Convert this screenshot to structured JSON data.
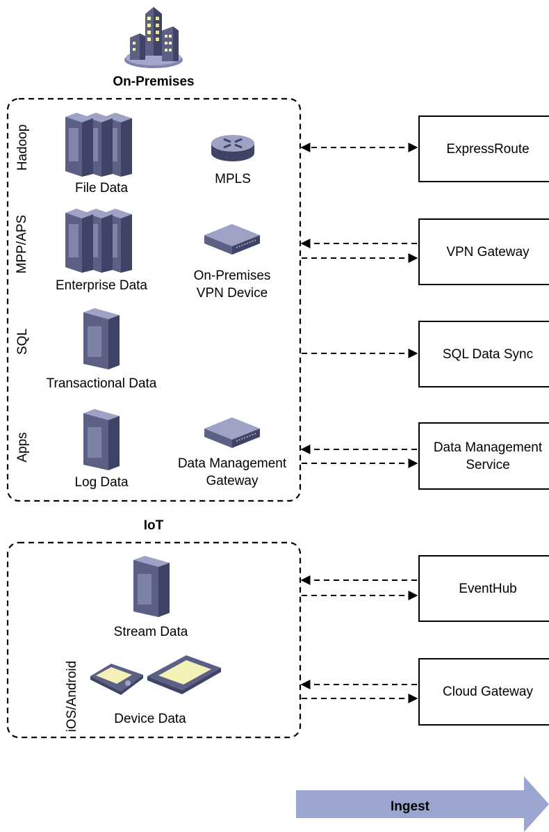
{
  "on_premises": {
    "title": "On-Premises",
    "groups": {
      "hadoop": "Hadoop",
      "mpp_aps": "MPP/APS",
      "sql": "SQL",
      "apps": "Apps"
    },
    "sources": {
      "file_data": "File Data",
      "mpls": "MPLS",
      "enterprise_data": "Enterprise Data",
      "vpn_device_line1": "On-Premises",
      "vpn_device_line2": "VPN Device",
      "transactional_data": "Transactional Data",
      "log_data": "Log Data",
      "dmg_line1": "Data Management",
      "dmg_line2": "Gateway"
    }
  },
  "iot": {
    "title": "IoT",
    "groups": {
      "mobile": "iOS/Android"
    },
    "sources": {
      "stream_data": "Stream Data",
      "device_data": "Device Data"
    }
  },
  "services": {
    "expressroute": "ExpressRoute",
    "vpn_gateway": "VPN Gateway",
    "sql_data_sync": "SQL Data Sync",
    "dms_line1": "Data Management",
    "dms_line2": "Service",
    "eventhub": "EventHub",
    "cloud_gateway": "Cloud Gateway"
  },
  "footer": {
    "ingest": "Ingest"
  },
  "colors": {
    "ingest_arrow": "#9aa6cf",
    "server_front": "#5b6084",
    "server_side": "#3f4466",
    "server_top": "#9ea3c6",
    "device_screen": "#f3f0b8"
  },
  "icons": [
    "building-icon",
    "server-cluster-icon",
    "router-icon",
    "server-icon",
    "network-switch-icon",
    "pda-icon",
    "tablet-icon"
  ]
}
